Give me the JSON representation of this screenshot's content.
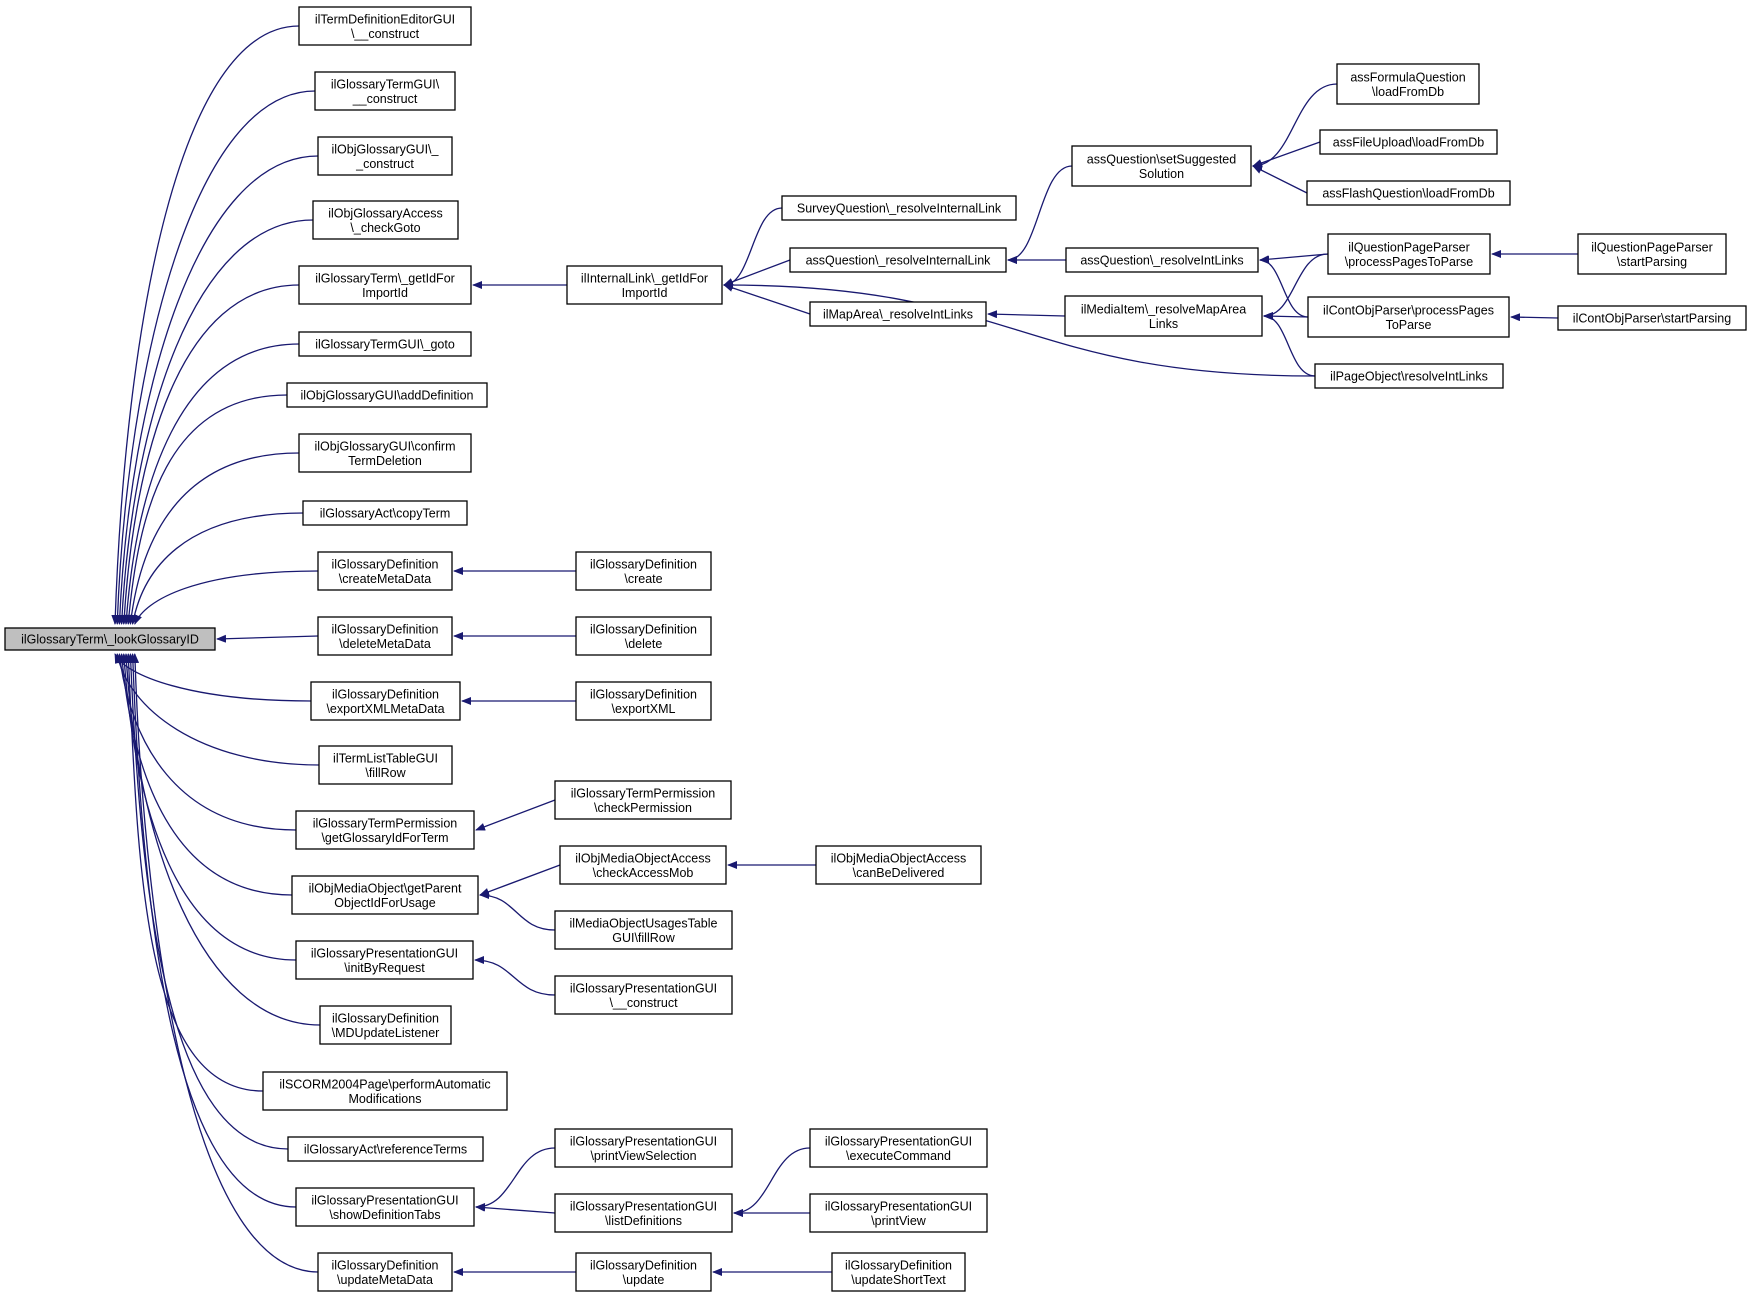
{
  "root": "n0",
  "nodes": [
    {
      "id": "n0",
      "lines": [
        "ilGlossaryTerm\\_lookGlossaryID"
      ]
    },
    {
      "id": "a1",
      "lines": [
        "ilTermDefinitionEditorGUI",
        "\\__construct"
      ]
    },
    {
      "id": "a2",
      "lines": [
        "ilGlossaryTermGUI\\",
        "__construct"
      ]
    },
    {
      "id": "a3",
      "lines": [
        "ilObjGlossaryGUI\\_",
        "_construct"
      ]
    },
    {
      "id": "a4",
      "lines": [
        "ilObjGlossaryAccess",
        "\\_checkGoto"
      ]
    },
    {
      "id": "a5",
      "lines": [
        "ilGlossaryTerm\\_getIdFor",
        "ImportId"
      ]
    },
    {
      "id": "a6",
      "lines": [
        "ilGlossaryTermGUI\\_goto"
      ]
    },
    {
      "id": "a7",
      "lines": [
        "ilObjGlossaryGUI\\addDefinition"
      ]
    },
    {
      "id": "a8",
      "lines": [
        "ilObjGlossaryGUI\\confirm",
        "TermDeletion"
      ]
    },
    {
      "id": "a9",
      "lines": [
        "ilGlossaryAct\\copyTerm"
      ]
    },
    {
      "id": "a10",
      "lines": [
        "ilGlossaryDefinition",
        "\\createMetaData"
      ]
    },
    {
      "id": "a11",
      "lines": [
        "ilGlossaryDefinition",
        "\\deleteMetaData"
      ]
    },
    {
      "id": "a12",
      "lines": [
        "ilGlossaryDefinition",
        "\\exportXMLMetaData"
      ]
    },
    {
      "id": "a13",
      "lines": [
        "ilTermListTableGUI",
        "\\fillRow"
      ]
    },
    {
      "id": "a14",
      "lines": [
        "ilGlossaryTermPermission",
        "\\getGlossaryIdForTerm"
      ]
    },
    {
      "id": "a15",
      "lines": [
        "ilObjMediaObject\\getParent",
        "ObjectIdForUsage"
      ]
    },
    {
      "id": "a16",
      "lines": [
        "ilGlossaryPresentationGUI",
        "\\initByRequest"
      ]
    },
    {
      "id": "a17",
      "lines": [
        "ilGlossaryDefinition",
        "\\MDUpdateListener"
      ]
    },
    {
      "id": "a18",
      "lines": [
        "ilSCORM2004Page\\performAutomatic",
        "Modifications"
      ]
    },
    {
      "id": "a19",
      "lines": [
        "ilGlossaryAct\\referenceTerms"
      ]
    },
    {
      "id": "a20",
      "lines": [
        "ilGlossaryPresentationGUI",
        "\\showDefinitionTabs"
      ]
    },
    {
      "id": "a21",
      "lines": [
        "ilGlossaryDefinition",
        "\\updateMetaData"
      ]
    },
    {
      "id": "b1",
      "lines": [
        "ilInternalLink\\_getIdFor",
        "ImportId"
      ]
    },
    {
      "id": "b2",
      "lines": [
        "ilGlossaryDefinition",
        "\\create"
      ]
    },
    {
      "id": "b3",
      "lines": [
        "ilGlossaryDefinition",
        "\\delete"
      ]
    },
    {
      "id": "b4",
      "lines": [
        "ilGlossaryDefinition",
        "\\exportXML"
      ]
    },
    {
      "id": "b5",
      "lines": [
        "ilGlossaryTermPermission",
        "\\checkPermission"
      ]
    },
    {
      "id": "b6",
      "lines": [
        "ilObjMediaObjectAccess",
        "\\checkAccessMob"
      ]
    },
    {
      "id": "b7",
      "lines": [
        "ilMediaObjectUsagesTable",
        "GUI\\fillRow"
      ]
    },
    {
      "id": "b8",
      "lines": [
        "ilGlossaryPresentationGUI",
        "\\__construct"
      ]
    },
    {
      "id": "b9",
      "lines": [
        "ilGlossaryPresentationGUI",
        "\\printViewSelection"
      ]
    },
    {
      "id": "b10",
      "lines": [
        "ilGlossaryPresentationGUI",
        "\\listDefinitions"
      ]
    },
    {
      "id": "b11",
      "lines": [
        "ilGlossaryDefinition",
        "\\update"
      ]
    },
    {
      "id": "c1",
      "lines": [
        "SurveyQuestion\\_resolveInternalLink"
      ]
    },
    {
      "id": "c2",
      "lines": [
        "assQuestion\\_resolveInternalLink"
      ]
    },
    {
      "id": "c3",
      "lines": [
        "ilMapArea\\_resolveIntLinks"
      ]
    },
    {
      "id": "c4",
      "lines": [
        "ilObjMediaObjectAccess",
        "\\canBeDelivered"
      ]
    },
    {
      "id": "c5",
      "lines": [
        "ilGlossaryPresentationGUI",
        "\\executeCommand"
      ]
    },
    {
      "id": "c6",
      "lines": [
        "ilGlossaryPresentationGUI",
        "\\printView"
      ]
    },
    {
      "id": "c7",
      "lines": [
        "ilGlossaryDefinition",
        "\\updateShortText"
      ]
    },
    {
      "id": "d1",
      "lines": [
        "assQuestion\\setSuggested",
        "Solution"
      ]
    },
    {
      "id": "d2",
      "lines": [
        "assQuestion\\_resolveIntLinks"
      ]
    },
    {
      "id": "d3",
      "lines": [
        "ilMediaItem\\_resolveMapArea",
        "Links"
      ]
    },
    {
      "id": "e1",
      "lines": [
        "assFormulaQuestion",
        "\\loadFromDb"
      ]
    },
    {
      "id": "e2",
      "lines": [
        "assFileUpload\\loadFromDb"
      ]
    },
    {
      "id": "e3",
      "lines": [
        "assFlashQuestion\\loadFromDb"
      ]
    },
    {
      "id": "e4",
      "lines": [
        "ilQuestionPageParser",
        "\\processPagesToParse"
      ]
    },
    {
      "id": "e5",
      "lines": [
        "ilContObjParser\\processPages",
        "ToParse"
      ]
    },
    {
      "id": "e6",
      "lines": [
        "ilPageObject\\resolveIntLinks"
      ]
    },
    {
      "id": "f1",
      "lines": [
        "ilQuestionPageParser",
        "\\startParsing"
      ]
    },
    {
      "id": "f2",
      "lines": [
        "ilContObjParser\\startParsing"
      ]
    }
  ],
  "edges": [
    [
      "a1",
      "n0"
    ],
    [
      "a2",
      "n0"
    ],
    [
      "a3",
      "n0"
    ],
    [
      "a4",
      "n0"
    ],
    [
      "a5",
      "n0"
    ],
    [
      "a6",
      "n0"
    ],
    [
      "a7",
      "n0"
    ],
    [
      "a8",
      "n0"
    ],
    [
      "a9",
      "n0"
    ],
    [
      "a10",
      "n0"
    ],
    [
      "a11",
      "n0"
    ],
    [
      "a12",
      "n0"
    ],
    [
      "a13",
      "n0"
    ],
    [
      "a14",
      "n0"
    ],
    [
      "a15",
      "n0"
    ],
    [
      "a16",
      "n0"
    ],
    [
      "a17",
      "n0"
    ],
    [
      "a18",
      "n0"
    ],
    [
      "a19",
      "n0"
    ],
    [
      "a20",
      "n0"
    ],
    [
      "a21",
      "n0"
    ],
    [
      "b1",
      "a5"
    ],
    [
      "b2",
      "a10"
    ],
    [
      "b3",
      "a11"
    ],
    [
      "b4",
      "a12"
    ],
    [
      "b5",
      "a14"
    ],
    [
      "b6",
      "a15"
    ],
    [
      "b7",
      "a15"
    ],
    [
      "b8",
      "a16"
    ],
    [
      "b9",
      "a20"
    ],
    [
      "b10",
      "a20"
    ],
    [
      "b11",
      "a21"
    ],
    [
      "c1",
      "b1"
    ],
    [
      "c2",
      "b1"
    ],
    [
      "c3",
      "b1"
    ],
    [
      "e6",
      "b1"
    ],
    [
      "c4",
      "b6"
    ],
    [
      "c5",
      "b10"
    ],
    [
      "c6",
      "b10"
    ],
    [
      "c7",
      "b11"
    ],
    [
      "d1",
      "c2"
    ],
    [
      "d2",
      "c2"
    ],
    [
      "d3",
      "c3"
    ],
    [
      "e1",
      "d1"
    ],
    [
      "e2",
      "d1"
    ],
    [
      "e3",
      "d1"
    ],
    [
      "e4",
      "d2"
    ],
    [
      "e5",
      "d2"
    ],
    [
      "e4",
      "d3"
    ],
    [
      "e5",
      "d3"
    ],
    [
      "e6",
      "d3"
    ],
    [
      "f1",
      "e4"
    ],
    [
      "f2",
      "e5"
    ]
  ]
}
